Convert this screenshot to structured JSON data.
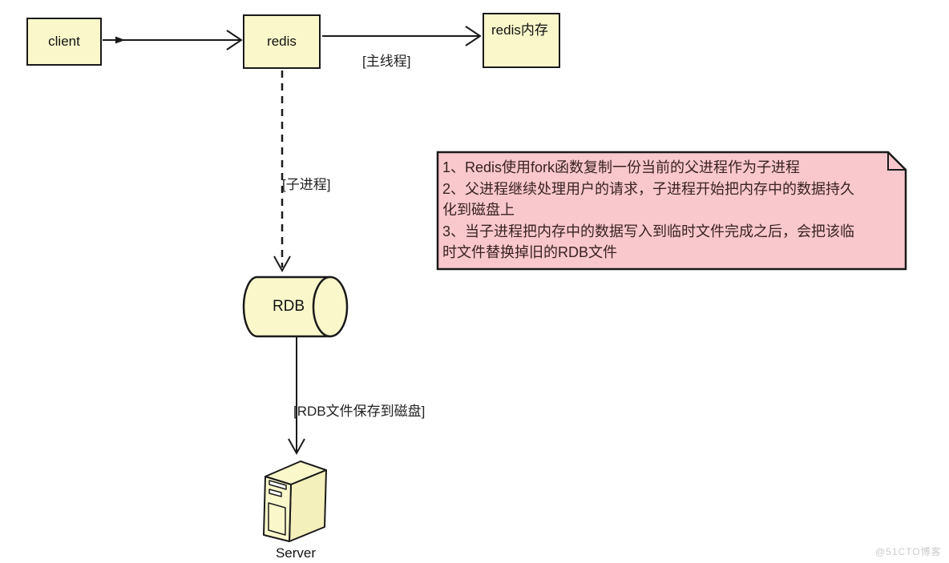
{
  "diagram": {
    "title_context": "Redis RDB persistence flow diagram",
    "nodes": {
      "client": "client",
      "redis": "redis",
      "redis_memory": "redis内存",
      "rdb": "RDB",
      "server": "Server"
    },
    "edge_labels": {
      "main_thread": "[主线程]",
      "child_process": "[子进程]",
      "rdb_save": "[RDB文件保存到磁盘]"
    },
    "note": {
      "lines": [
        "1、Redis使用fork函数复制一份当前的父进程作为子进程",
        "2、父进程继续处理用户的请求，子进程开始把内存中的数据持久",
        "化到磁盘上",
        "3、当子进程把内存中的数据写入到临时文件完成之后，会把该临",
        "时文件替换掉旧的RDB文件"
      ]
    },
    "watermark": "@51CTO博客",
    "colors": {
      "node_fill": "#FAF8CB",
      "note_fill": "#F8C8CC",
      "border": "#1A1A1A",
      "note_text": "#3A2222",
      "watermark": "#CBCBCB"
    }
  }
}
